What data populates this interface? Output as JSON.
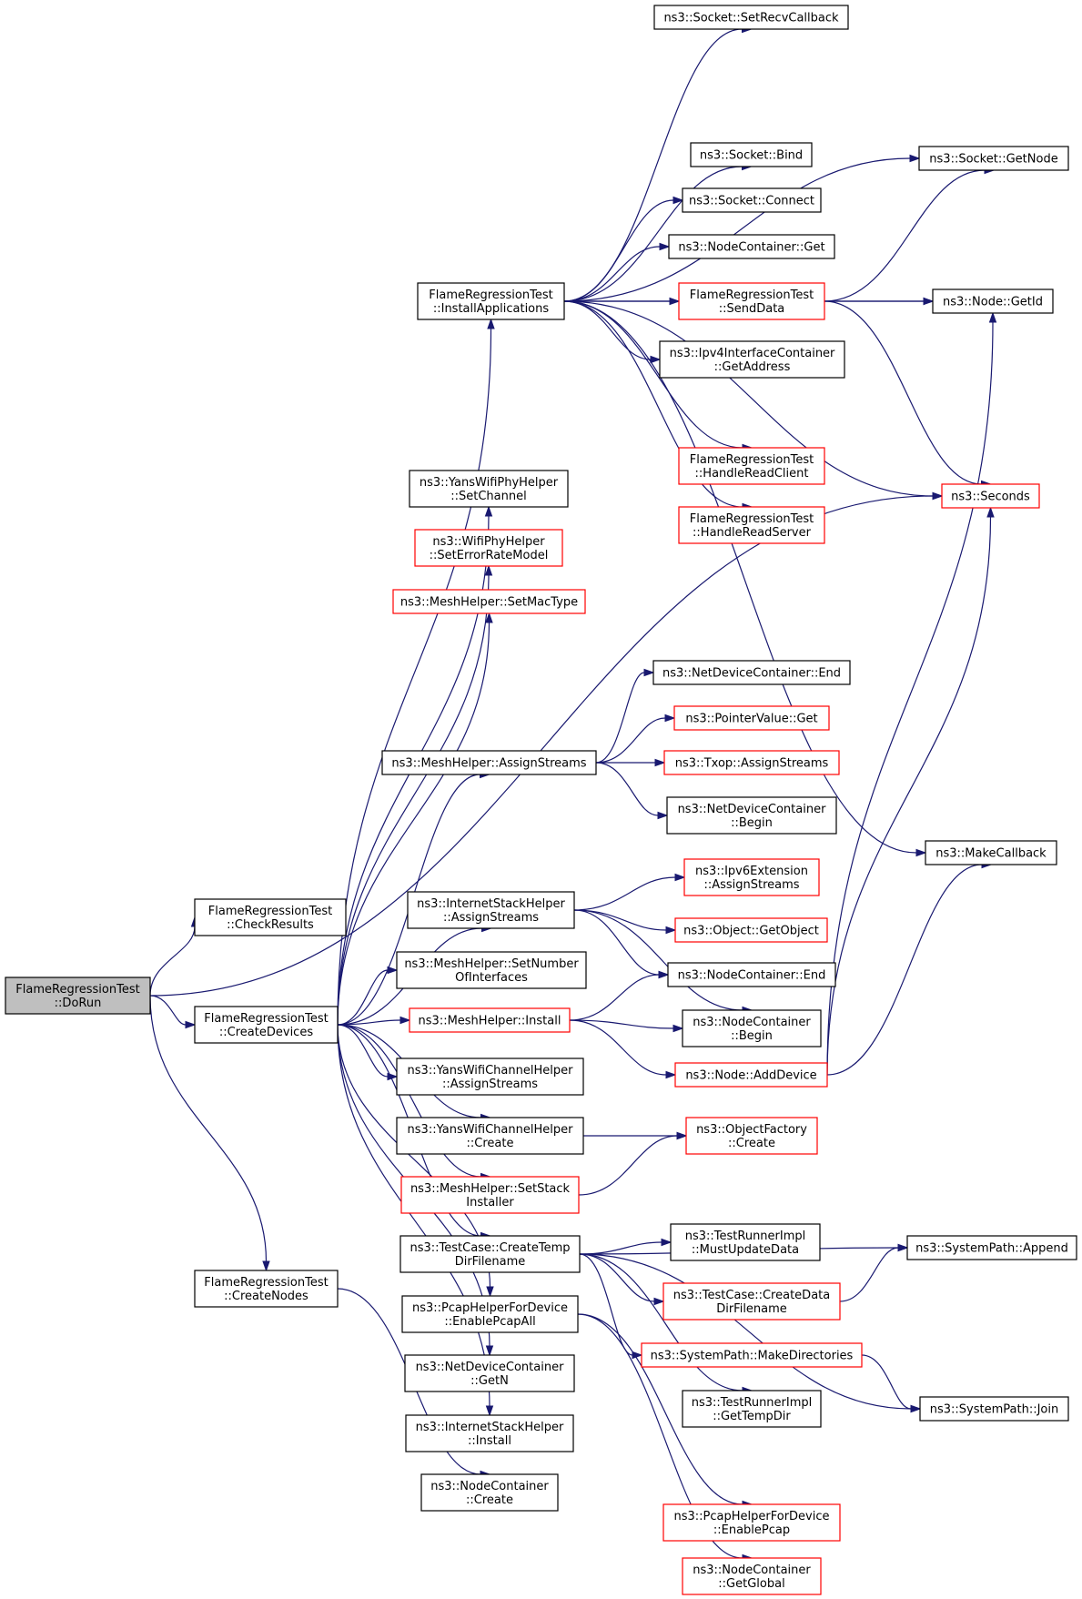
{
  "diagram": {
    "type": "call-graph",
    "colors": {
      "edge": "#191970",
      "border_normal": "#000000",
      "border_incomplete": "#ff0000",
      "root_fill": "#bfbfbf"
    },
    "nodes": [
      {
        "id": "dorun",
        "style": "root",
        "lines": [
          "FlameRegressionTest",
          "::DoRun"
        ]
      },
      {
        "id": "checkresults",
        "style": "normal",
        "lines": [
          "FlameRegressionTest",
          "::CheckResults"
        ]
      },
      {
        "id": "createdevices",
        "style": "normal",
        "lines": [
          "FlameRegressionTest",
          "::CreateDevices"
        ]
      },
      {
        "id": "createnodes",
        "style": "normal",
        "lines": [
          "FlameRegressionTest",
          "::CreateNodes"
        ]
      },
      {
        "id": "installapps",
        "style": "normal",
        "lines": [
          "FlameRegressionTest",
          "::InstallApplications"
        ]
      },
      {
        "id": "setrecvcallback",
        "style": "normal",
        "lines": [
          "ns3::Socket::SetRecvCallback"
        ]
      },
      {
        "id": "socketgetnode",
        "style": "normal",
        "lines": [
          "ns3::Socket::GetNode"
        ]
      },
      {
        "id": "socketbind",
        "style": "normal",
        "lines": [
          "ns3::Socket::Bind"
        ]
      },
      {
        "id": "socketconnect",
        "style": "normal",
        "lines": [
          "ns3::Socket::Connect"
        ]
      },
      {
        "id": "nodecontainerget",
        "style": "normal",
        "lines": [
          "ns3::NodeContainer::Get"
        ]
      },
      {
        "id": "senddata",
        "style": "red",
        "lines": [
          "FlameRegressionTest",
          "::SendData"
        ]
      },
      {
        "id": "nodegetid",
        "style": "normal",
        "lines": [
          "ns3::Node::GetId"
        ]
      },
      {
        "id": "ipv4getaddress",
        "style": "normal",
        "lines": [
          "ns3::Ipv4InterfaceContainer",
          "::GetAddress"
        ]
      },
      {
        "id": "handlereadclient",
        "style": "red",
        "lines": [
          "FlameRegressionTest",
          "::HandleReadClient"
        ]
      },
      {
        "id": "seconds",
        "style": "red",
        "lines": [
          "ns3::Seconds"
        ]
      },
      {
        "id": "handlereadserver",
        "style": "red",
        "lines": [
          "FlameRegressionTest",
          "::HandleReadServer"
        ]
      },
      {
        "id": "yanssetchannel",
        "style": "normal",
        "lines": [
          "ns3::YansWifiPhyHelper",
          "::SetChannel"
        ]
      },
      {
        "id": "seterrorratemodel",
        "style": "red",
        "lines": [
          "ns3::WifiPhyHelper",
          "::SetErrorRateModel"
        ]
      },
      {
        "id": "setmactype",
        "style": "red",
        "lines": [
          "ns3::MeshHelper::SetMacType"
        ]
      },
      {
        "id": "ndcend",
        "style": "normal",
        "lines": [
          "ns3::NetDeviceContainer::End"
        ]
      },
      {
        "id": "pointervalueget",
        "style": "red",
        "lines": [
          "ns3::PointerValue::Get"
        ]
      },
      {
        "id": "meshassignstreams",
        "style": "normal",
        "lines": [
          "ns3::MeshHelper::AssignStreams"
        ]
      },
      {
        "id": "txopassignstreams",
        "style": "red",
        "lines": [
          "ns3::Txop::AssignStreams"
        ]
      },
      {
        "id": "ndcbegin",
        "style": "normal",
        "lines": [
          "ns3::NetDeviceContainer",
          "::Begin"
        ]
      },
      {
        "id": "makecallback",
        "style": "normal",
        "lines": [
          "ns3::MakeCallback"
        ]
      },
      {
        "id": "ipv6extassign",
        "style": "red",
        "lines": [
          "ns3::Ipv6Extension",
          "::AssignStreams"
        ]
      },
      {
        "id": "inetassignstreams",
        "style": "normal",
        "lines": [
          "ns3::InternetStackHelper",
          "::AssignStreams"
        ]
      },
      {
        "id": "objectgetobject",
        "style": "red",
        "lines": [
          "ns3::Object::GetObject"
        ]
      },
      {
        "id": "meshsetnumber",
        "style": "normal",
        "lines": [
          "ns3::MeshHelper::SetNumber",
          "OfInterfaces"
        ]
      },
      {
        "id": "ncend",
        "style": "normal",
        "lines": [
          "ns3::NodeContainer::End"
        ]
      },
      {
        "id": "meshinstall",
        "style": "red",
        "lines": [
          "ns3::MeshHelper::Install"
        ]
      },
      {
        "id": "ncbegin",
        "style": "normal",
        "lines": [
          "ns3::NodeContainer",
          "::Begin"
        ]
      },
      {
        "id": "yanschassign",
        "style": "normal",
        "lines": [
          "ns3::YansWifiChannelHelper",
          "::AssignStreams"
        ]
      },
      {
        "id": "nodeadddevice",
        "style": "red",
        "lines": [
          "ns3::Node::AddDevice"
        ]
      },
      {
        "id": "yanschcreate",
        "style": "normal",
        "lines": [
          "ns3::YansWifiChannelHelper",
          "::Create"
        ]
      },
      {
        "id": "objfactorycreate",
        "style": "red",
        "lines": [
          "ns3::ObjectFactory",
          "::Create"
        ]
      },
      {
        "id": "setstackinstaller",
        "style": "red",
        "lines": [
          "ns3::MeshHelper::SetStack",
          "Installer"
        ]
      },
      {
        "id": "createtempdir",
        "style": "normal",
        "lines": [
          "ns3::TestCase::CreateTemp",
          "DirFilename"
        ]
      },
      {
        "id": "mustupdatedata",
        "style": "normal",
        "lines": [
          "ns3::TestRunnerImpl",
          "::MustUpdateData"
        ]
      },
      {
        "id": "systempathappend",
        "style": "normal",
        "lines": [
          "ns3::SystemPath::Append"
        ]
      },
      {
        "id": "createdatadir",
        "style": "red",
        "lines": [
          "ns3::TestCase::CreateData",
          "DirFilename"
        ]
      },
      {
        "id": "pcapenableall",
        "style": "normal",
        "lines": [
          "ns3::PcapHelperForDevice",
          "::EnablePcapAll"
        ]
      },
      {
        "id": "makedirectories",
        "style": "red",
        "lines": [
          "ns3::SystemPath::MakeDirectories"
        ]
      },
      {
        "id": "ndcgetn",
        "style": "normal",
        "lines": [
          "ns3::NetDeviceContainer",
          "::GetN"
        ]
      },
      {
        "id": "gettempdir",
        "style": "normal",
        "lines": [
          "ns3::TestRunnerImpl",
          "::GetTempDir"
        ]
      },
      {
        "id": "systempathjoin",
        "style": "normal",
        "lines": [
          "ns3::SystemPath::Join"
        ]
      },
      {
        "id": "inetinstall",
        "style": "normal",
        "lines": [
          "ns3::InternetStackHelper",
          "::Install"
        ]
      },
      {
        "id": "nccreate",
        "style": "normal",
        "lines": [
          "ns3::NodeContainer",
          "::Create"
        ]
      },
      {
        "id": "pcapenable",
        "style": "red",
        "lines": [
          "ns3::PcapHelperForDevice",
          "::EnablePcap"
        ]
      },
      {
        "id": "ncgetglobal",
        "style": "red",
        "lines": [
          "ns3::NodeContainer",
          "::GetGlobal"
        ]
      }
    ],
    "edges": [
      [
        "dorun",
        "checkresults"
      ],
      [
        "dorun",
        "createdevices"
      ],
      [
        "dorun",
        "createnodes"
      ],
      [
        "dorun",
        "seconds"
      ],
      [
        "installapps",
        "setrecvcallback"
      ],
      [
        "installapps",
        "socketgetnode"
      ],
      [
        "installapps",
        "nodegetid"
      ],
      [
        "installapps",
        "socketbind"
      ],
      [
        "installapps",
        "socketconnect"
      ],
      [
        "installapps",
        "nodecontainerget"
      ],
      [
        "installapps",
        "senddata"
      ],
      [
        "installapps",
        "ipv4getaddress"
      ],
      [
        "installapps",
        "seconds"
      ],
      [
        "installapps",
        "handlereadclient"
      ],
      [
        "installapps",
        "handlereadserver"
      ],
      [
        "installapps",
        "makecallback"
      ],
      [
        "senddata",
        "socketgetnode"
      ],
      [
        "senddata",
        "nodegetid"
      ],
      [
        "senddata",
        "seconds"
      ],
      [
        "createdevices",
        "installapps"
      ],
      [
        "createdevices",
        "yanssetchannel"
      ],
      [
        "createdevices",
        "seterrorratemodel"
      ],
      [
        "createdevices",
        "setmactype"
      ],
      [
        "createdevices",
        "meshassignstreams"
      ],
      [
        "createdevices",
        "inetassignstreams"
      ],
      [
        "createdevices",
        "meshsetnumber"
      ],
      [
        "createdevices",
        "meshinstall"
      ],
      [
        "createdevices",
        "yanschassign"
      ],
      [
        "createdevices",
        "yanschcreate"
      ],
      [
        "createdevices",
        "setstackinstaller"
      ],
      [
        "createdevices",
        "createtempdir"
      ],
      [
        "createdevices",
        "pcapenableall"
      ],
      [
        "createdevices",
        "ndcgetn"
      ],
      [
        "createdevices",
        "inetinstall"
      ],
      [
        "createnodes",
        "nccreate"
      ],
      [
        "meshassignstreams",
        "ndcend"
      ],
      [
        "meshassignstreams",
        "pointervalueget"
      ],
      [
        "meshassignstreams",
        "txopassignstreams"
      ],
      [
        "meshassignstreams",
        "ndcbegin"
      ],
      [
        "inetassignstreams",
        "ipv6extassign"
      ],
      [
        "inetassignstreams",
        "objectgetobject"
      ],
      [
        "inetassignstreams",
        "ncend"
      ],
      [
        "inetassignstreams",
        "ncbegin"
      ],
      [
        "meshinstall",
        "ncend"
      ],
      [
        "meshinstall",
        "ncbegin"
      ],
      [
        "meshinstall",
        "nodeadddevice"
      ],
      [
        "nodeadddevice",
        "nodegetid"
      ],
      [
        "nodeadddevice",
        "seconds"
      ],
      [
        "nodeadddevice",
        "makecallback"
      ],
      [
        "yanschcreate",
        "objfactorycreate"
      ],
      [
        "setstackinstaller",
        "objfactorycreate"
      ],
      [
        "createtempdir",
        "systempathappend"
      ],
      [
        "createtempdir",
        "mustupdatedata"
      ],
      [
        "createtempdir",
        "createdatadir"
      ],
      [
        "createtempdir",
        "makedirectories"
      ],
      [
        "createtempdir",
        "gettempdir"
      ],
      [
        "createtempdir",
        "systempathjoin"
      ],
      [
        "createdatadir",
        "systempathappend"
      ],
      [
        "makedirectories",
        "systempathjoin"
      ],
      [
        "pcapenableall",
        "pcapenable"
      ],
      [
        "pcapenableall",
        "ncgetglobal"
      ]
    ]
  }
}
